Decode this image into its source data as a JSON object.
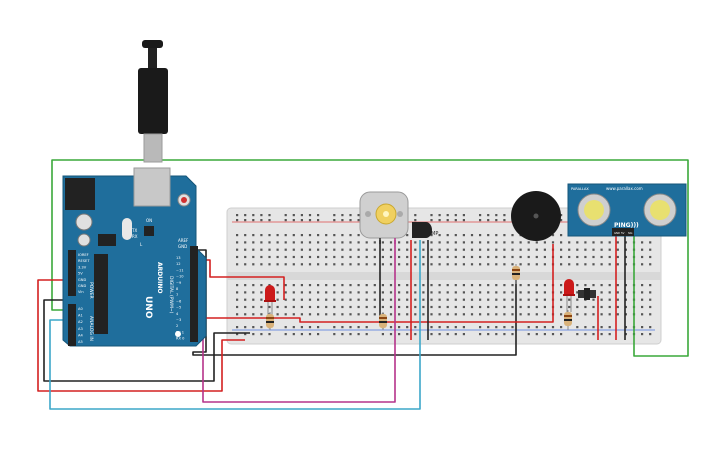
{
  "board": {
    "brand_label": "ARDUINO",
    "model_label": "UNO",
    "power_header_label": "POWER",
    "analog_header_label": "ANALOG IN",
    "digital_header_label": "DIGITAL (PWM~)",
    "aref_label": "AREF",
    "gnd_label": "GND",
    "digital_pins": [
      "13",
      "12",
      "~11",
      "~10",
      "~9",
      "8",
      "7",
      "~6",
      "~5",
      "4",
      "~3",
      "2",
      "TX 1",
      "RX 0"
    ],
    "power_pins": [
      "IOREF",
      "RESET",
      "3.3V",
      "5V",
      "GND",
      "GND",
      "Vin"
    ],
    "analog_pins": [
      "A0",
      "A1",
      "A2",
      "A3",
      "A4",
      "A5"
    ],
    "tx_label": "TX",
    "rx_label": "RX",
    "on_label": "ON",
    "l_label": "L"
  },
  "sensor": {
    "title": "PING)))",
    "subtitle": "www.parallax.com",
    "brand": "PARALLAX",
    "pins": [
      "GND",
      "5V",
      "SIG"
    ]
  },
  "transistor": {
    "label": "TMP"
  },
  "colors": {
    "board_blue": "#1f6e9c",
    "wire_red": "#d42020",
    "wire_black": "#222222",
    "wire_green": "#3aa83a",
    "wire_magenta": "#b5338a",
    "wire_cyan": "#3ca7c9",
    "breadboard": "#e4e4e4",
    "led_red": "#cc1a1a"
  }
}
